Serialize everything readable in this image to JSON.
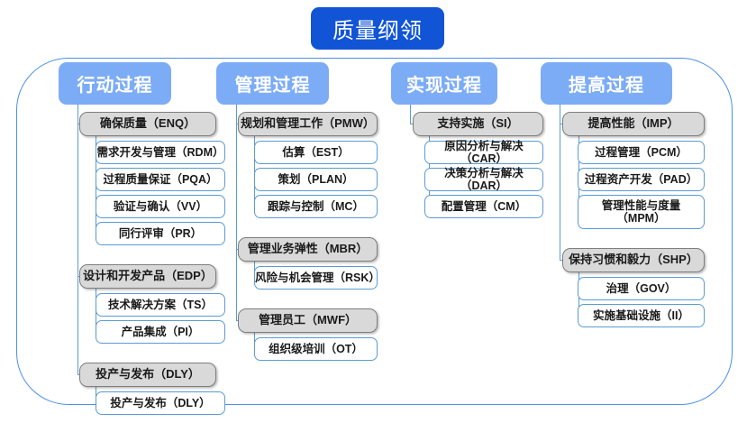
{
  "title": "质量纲领",
  "colors": {
    "title_bg": "#1155d6",
    "header_bg": "#7cacf5",
    "frame_border": "#4a90e8",
    "connector": "#5b9bd5",
    "parent_bg": "#d9d9d9",
    "parent_border": "#7f7f7f",
    "child_border": "#5b9bd5",
    "child_bg": "#ffffff",
    "text": "#1a1a1a"
  },
  "columns": [
    {
      "header": "行动过程",
      "groups": [
        {
          "parent": "确保质量（ENQ）",
          "children": [
            "需求开发与管理（RDM）",
            "过程质量保证（PQA）",
            "验证与确认（VV）",
            "同行评审（PR）"
          ]
        },
        {
          "parent": "设计和开发产品（EDP）",
          "children": [
            "技术解决方案（TS）",
            "产品集成（PI）"
          ]
        },
        {
          "parent": "投产与发布（DLY）",
          "children": [
            "投产与发布（DLY）"
          ]
        }
      ]
    },
    {
      "header": "管理过程",
      "groups": [
        {
          "parent": "规划和管理工作（PMW）",
          "children": [
            "估算（EST）",
            "策划（PLAN）",
            "跟踪与控制（MC）"
          ]
        },
        {
          "parent": "管理业务弹性（MBR）",
          "children": [
            "风险与机会管理（RSK）"
          ]
        },
        {
          "parent": "管理员工（MWF）",
          "children": [
            "组织级培训（OT）"
          ]
        }
      ]
    },
    {
      "header": "实现过程",
      "groups": [
        {
          "parent": "支持实施（SI）",
          "children": [
            "原因分析与解决（CAR）",
            "决策分析与解决（DAR）",
            "配置管理（CM）"
          ]
        }
      ]
    },
    {
      "header": "提高过程",
      "groups": [
        {
          "parent": "提高性能（IMP）",
          "children": [
            "过程管理（PCM）",
            "过程资产开发（PAD）",
            "管理性能与度量\n（MPM）"
          ]
        },
        {
          "parent": "保持习惯和毅力（SHP）",
          "children": [
            "治理（GOV）",
            "实施基础设施（II）"
          ]
        }
      ]
    }
  ]
}
